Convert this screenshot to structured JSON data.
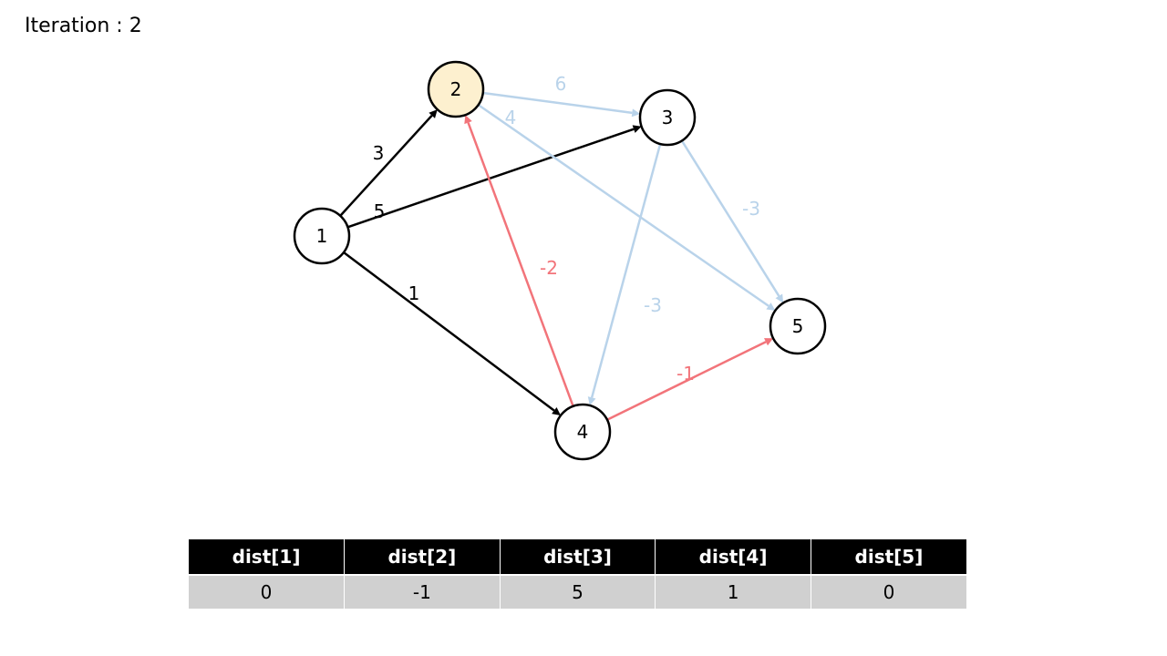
{
  "iteration_label": "Iteration : 2",
  "colors": {
    "processed": "#000000",
    "active": "#f2747a",
    "pending": "#b9d3ea",
    "highlight_fill": "#fdf0cf"
  },
  "graph": {
    "nodes": [
      {
        "id": "1",
        "label": "1",
        "highlight": false
      },
      {
        "id": "2",
        "label": "2",
        "highlight": true
      },
      {
        "id": "3",
        "label": "3",
        "highlight": false
      },
      {
        "id": "4",
        "label": "4",
        "highlight": false
      },
      {
        "id": "5",
        "label": "5",
        "highlight": false
      }
    ],
    "edges": [
      {
        "from": "1",
        "to": "2",
        "weight": "3",
        "state": "processed"
      },
      {
        "from": "1",
        "to": "3",
        "weight": "5",
        "state": "processed"
      },
      {
        "from": "1",
        "to": "4",
        "weight": "1",
        "state": "processed"
      },
      {
        "from": "2",
        "to": "3",
        "weight": "6",
        "state": "pending"
      },
      {
        "from": "2",
        "to": "5",
        "weight": "4",
        "state": "pending"
      },
      {
        "from": "3",
        "to": "5",
        "weight": "-3",
        "state": "pending"
      },
      {
        "from": "3",
        "to": "4",
        "weight": "-3",
        "state": "pending"
      },
      {
        "from": "4",
        "to": "2",
        "weight": "-2",
        "state": "active"
      },
      {
        "from": "4",
        "to": "5",
        "weight": "-1",
        "state": "active"
      }
    ]
  },
  "dist_table": {
    "headers": [
      "dist[1]",
      "dist[2]",
      "dist[3]",
      "dist[4]",
      "dist[5]"
    ],
    "values": [
      "0",
      "-1",
      "5",
      "1",
      "0"
    ]
  }
}
